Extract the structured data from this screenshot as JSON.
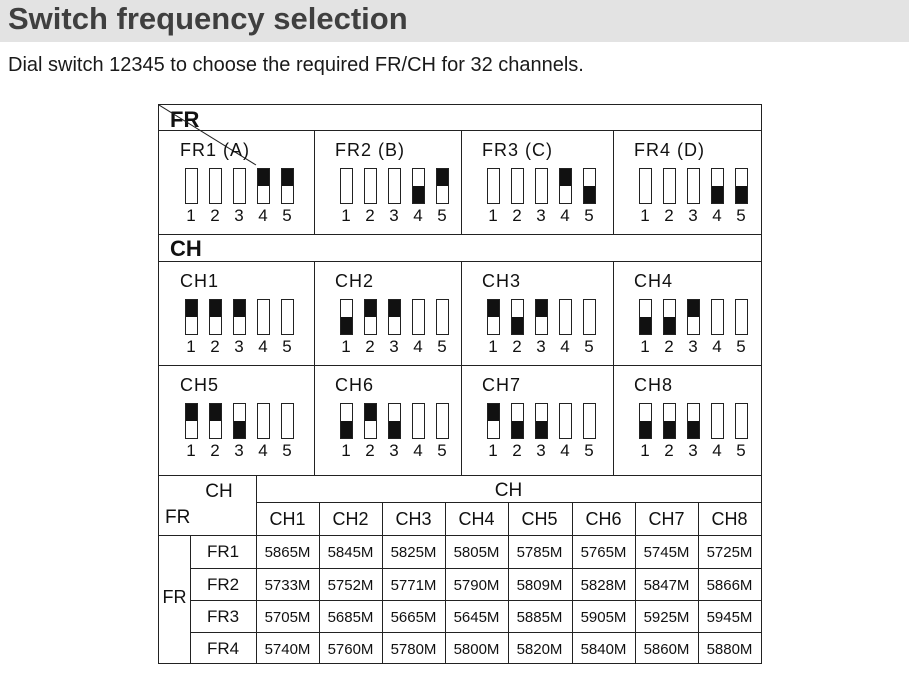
{
  "header": {
    "title": "Switch frequency selection",
    "subtitle": "Dial switch 12345 to choose the required FR/CH for 32 channels."
  },
  "fr_section": {
    "label": "FR",
    "items": [
      {
        "label": "FR1 (A)",
        "switches": [
          "off",
          "off",
          "off",
          "up",
          "up"
        ]
      },
      {
        "label": "FR2 (B)",
        "switches": [
          "off",
          "off",
          "off",
          "down",
          "up"
        ]
      },
      {
        "label": "FR3 (C)",
        "switches": [
          "off",
          "off",
          "off",
          "up",
          "down"
        ]
      },
      {
        "label": "FR4 (D)",
        "switches": [
          "off",
          "off",
          "off",
          "down",
          "down"
        ]
      }
    ]
  },
  "ch_section": {
    "label": "CH",
    "items": [
      {
        "label": "CH1",
        "switches": [
          "up",
          "up",
          "up",
          "off",
          "off"
        ]
      },
      {
        "label": "CH2",
        "switches": [
          "down",
          "up",
          "up",
          "off",
          "off"
        ]
      },
      {
        "label": "CH3",
        "switches": [
          "up",
          "down",
          "up",
          "off",
          "off"
        ]
      },
      {
        "label": "CH4",
        "switches": [
          "down",
          "down",
          "up",
          "off",
          "off"
        ]
      },
      {
        "label": "CH5",
        "switches": [
          "up",
          "up",
          "down",
          "off",
          "off"
        ]
      },
      {
        "label": "CH6",
        "switches": [
          "down",
          "up",
          "down",
          "off",
          "off"
        ]
      },
      {
        "label": "CH7",
        "switches": [
          "up",
          "down",
          "down",
          "off",
          "off"
        ]
      },
      {
        "label": "CH8",
        "switches": [
          "down",
          "down",
          "down",
          "off",
          "off"
        ]
      }
    ]
  },
  "switch_numbers": [
    "1",
    "2",
    "3",
    "4",
    "5"
  ],
  "table": {
    "corner_ch": "CH",
    "corner_fr": "FR",
    "ch_group": "CH",
    "fr_group": "FR",
    "columns": [
      "CH1",
      "CH2",
      "CH3",
      "CH4",
      "CH5",
      "CH6",
      "CH7",
      "CH8"
    ],
    "rows": [
      {
        "label": "FR1",
        "values": [
          "5865M",
          "5845M",
          "5825M",
          "5805M",
          "5785M",
          "5765M",
          "5745M",
          "5725M"
        ]
      },
      {
        "label": "FR2",
        "values": [
          "5733M",
          "5752M",
          "5771M",
          "5790M",
          "5809M",
          "5828M",
          "5847M",
          "5866M"
        ]
      },
      {
        "label": "FR3",
        "values": [
          "5705M",
          "5685M",
          "5665M",
          "5645M",
          "5885M",
          "5905M",
          "5925M",
          "5945M"
        ]
      },
      {
        "label": "FR4",
        "values": [
          "5740M",
          "5760M",
          "5780M",
          "5800M",
          "5820M",
          "5840M",
          "5860M",
          "5880M"
        ]
      }
    ]
  }
}
